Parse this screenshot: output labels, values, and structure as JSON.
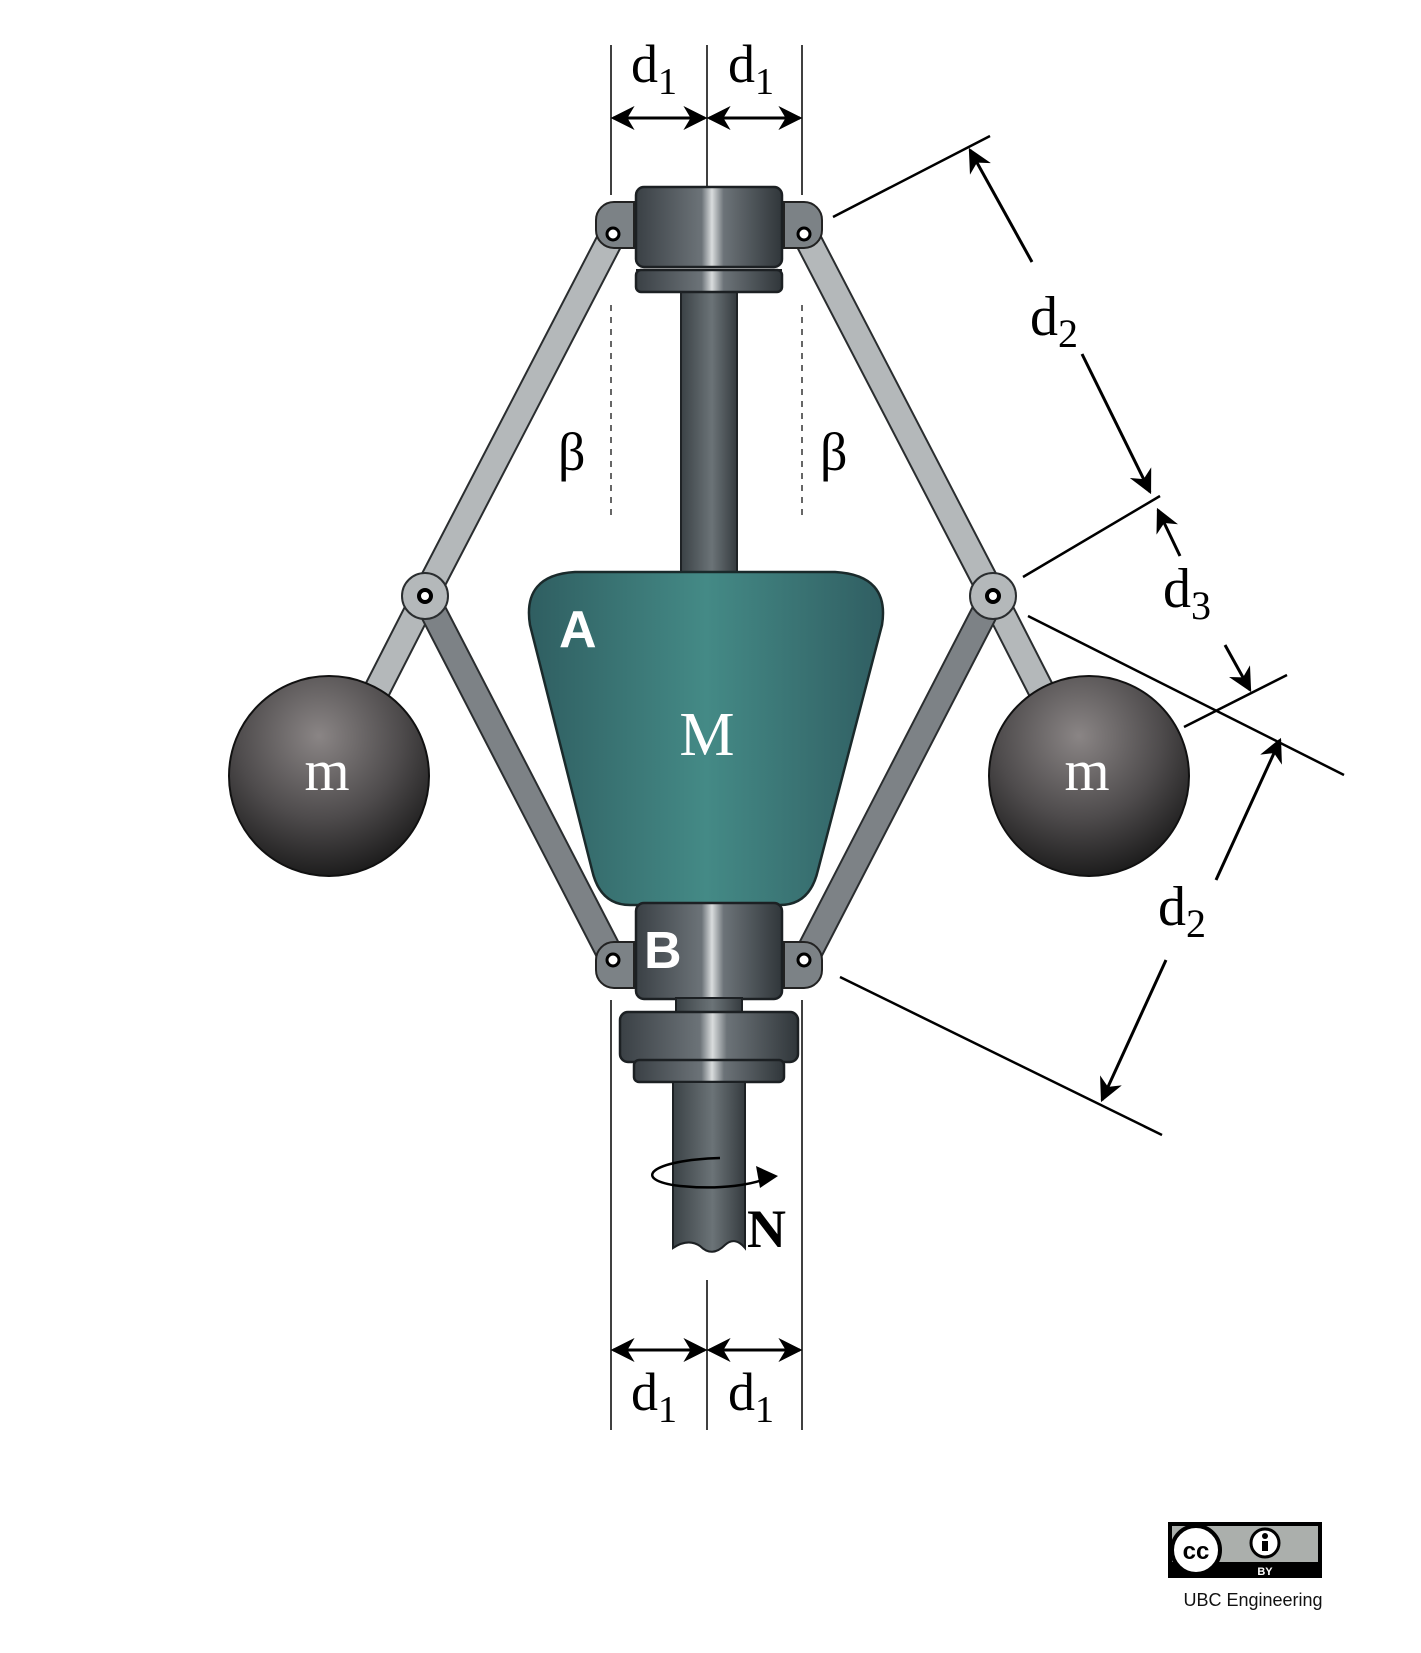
{
  "labels": {
    "d1_top_left": "d",
    "d1_top_left_sub": "1",
    "d1_top_right": "d",
    "d1_top_right_sub": "1",
    "d1_bottom_left": "d",
    "d1_bottom_left_sub": "1",
    "d1_bottom_right": "d",
    "d1_bottom_right_sub": "1",
    "d2_upper": "d",
    "d2_upper_sub": "2",
    "d3": "d",
    "d3_sub": "3",
    "d2_lower": "d",
    "d2_lower_sub": "2",
    "beta_left": "β",
    "beta_right": "β",
    "point_a": "A",
    "point_b": "B",
    "mass_main": "M",
    "mass_left": "m",
    "mass_right": "m",
    "rotation": "N"
  },
  "license": {
    "cc": "cc",
    "by": "BY",
    "credit": "UBC Engineering"
  },
  "colors": {
    "body_teal": "#3d7c7a",
    "arm_light": "#b4b8ba",
    "arm_dark": "#7d8286",
    "shaft": "#4a5257",
    "sphere": "#3a3a3c"
  }
}
